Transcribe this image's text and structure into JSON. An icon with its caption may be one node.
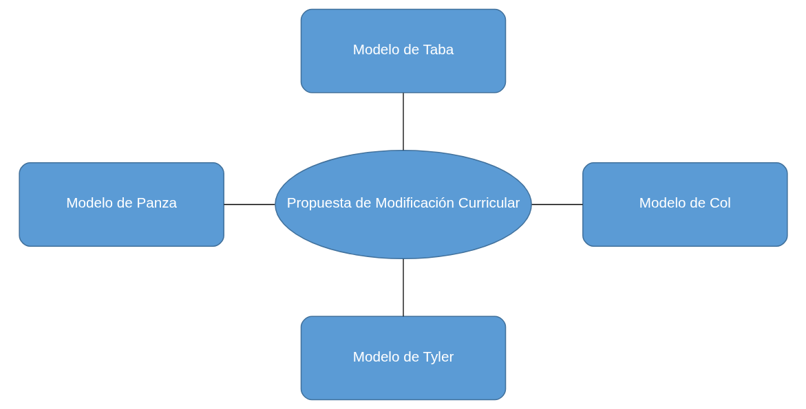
{
  "diagram": {
    "nodes": [
      {
        "text": [
          "Modelo de Taba"
        ]
      },
      {
        "text": [
          "Modelo de Panza"
        ]
      },
      {
        "text": [
          "Propuesta de Modificación Curricular"
        ]
      },
      {
        "text": [
          "Modelo de Col"
        ]
      },
      {
        "text": [
          "Modelo de Tyler"
        ]
      }
    ],
    "edges": [
      {
        "from": 0,
        "to": 2,
        "arrow": "none"
      },
      {
        "from": 1,
        "to": 2,
        "arrow": "none"
      },
      {
        "from": 2,
        "to": 3,
        "arrow": "none"
      },
      {
        "from": 2,
        "to": 4,
        "arrow": "none"
      }
    ]
  }
}
